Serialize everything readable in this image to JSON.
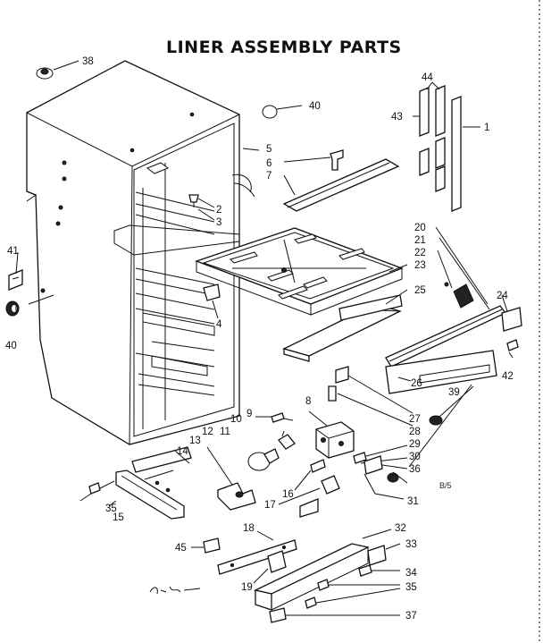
{
  "title": "LINER ASSEMBLY PARTS",
  "diagram_code": "B/5",
  "parts": [
    {
      "id": "38",
      "label": "38"
    },
    {
      "id": "40a",
      "label": "40"
    },
    {
      "id": "5",
      "label": "5"
    },
    {
      "id": "6",
      "label": "6"
    },
    {
      "id": "7",
      "label": "7"
    },
    {
      "id": "2",
      "label": "2"
    },
    {
      "id": "3",
      "label": "3"
    },
    {
      "id": "44",
      "label": "44"
    },
    {
      "id": "43",
      "label": "43"
    },
    {
      "id": "1",
      "label": "1"
    },
    {
      "id": "41",
      "label": "41"
    },
    {
      "id": "40b",
      "label": "40"
    },
    {
      "id": "4",
      "label": "4"
    },
    {
      "id": "20",
      "label": "20"
    },
    {
      "id": "21",
      "label": "21"
    },
    {
      "id": "22",
      "label": "22"
    },
    {
      "id": "23",
      "label": "23"
    },
    {
      "id": "25",
      "label": "25"
    },
    {
      "id": "24",
      "label": "24"
    },
    {
      "id": "42",
      "label": "42"
    },
    {
      "id": "8",
      "label": "8"
    },
    {
      "id": "9",
      "label": "9"
    },
    {
      "id": "10",
      "label": "10"
    },
    {
      "id": "11",
      "label": "11"
    },
    {
      "id": "12",
      "label": "12"
    },
    {
      "id": "13",
      "label": "13"
    },
    {
      "id": "14",
      "label": "14"
    },
    {
      "id": "26",
      "label": "26"
    },
    {
      "id": "39",
      "label": "39"
    },
    {
      "id": "27",
      "label": "27"
    },
    {
      "id": "28",
      "label": "28"
    },
    {
      "id": "29",
      "label": "29"
    },
    {
      "id": "30",
      "label": "30"
    },
    {
      "id": "36",
      "label": "36"
    },
    {
      "id": "31",
      "label": "31"
    },
    {
      "id": "16",
      "label": "16"
    },
    {
      "id": "17",
      "label": "17"
    },
    {
      "id": "35a",
      "label": "35"
    },
    {
      "id": "15",
      "label": "15"
    },
    {
      "id": "18",
      "label": "18"
    },
    {
      "id": "32",
      "label": "32"
    },
    {
      "id": "33",
      "label": "33"
    },
    {
      "id": "45",
      "label": "45"
    },
    {
      "id": "34",
      "label": "34"
    },
    {
      "id": "35b",
      "label": "35"
    },
    {
      "id": "19",
      "label": "19"
    },
    {
      "id": "37",
      "label": "37"
    }
  ]
}
